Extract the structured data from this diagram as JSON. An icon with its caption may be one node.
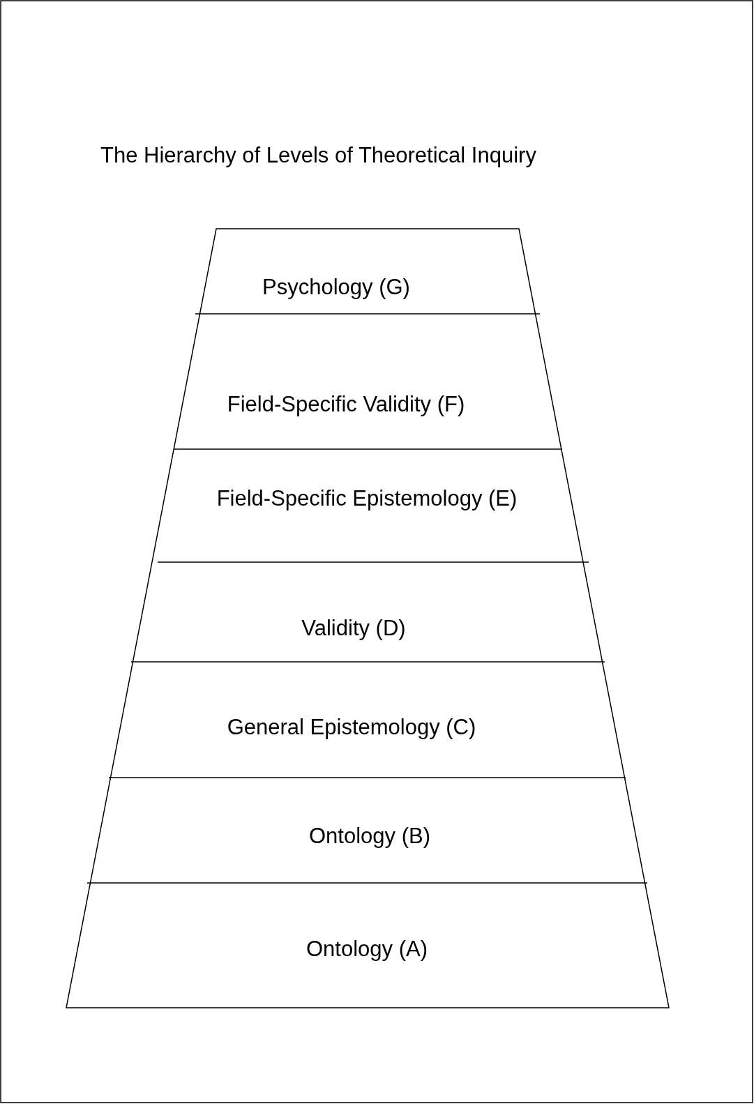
{
  "diagram": {
    "title": "The Hierarchy of Levels of Theoretical Inquiry",
    "nodes": [
      {
        "text": [
          "Psychology (G)"
        ]
      },
      {
        "text": [
          "Field-Specific Validity (F)"
        ]
      },
      {
        "text": [
          "Field-Specific Epistemology (E)"
        ]
      },
      {
        "text": [
          "Validity (D)"
        ]
      },
      {
        "text": [
          "General Epistemology (C)"
        ]
      },
      {
        "text": [
          "Ontology (B)"
        ]
      },
      {
        "text": [
          "Ontology (A)"
        ]
      }
    ],
    "edges": []
  }
}
